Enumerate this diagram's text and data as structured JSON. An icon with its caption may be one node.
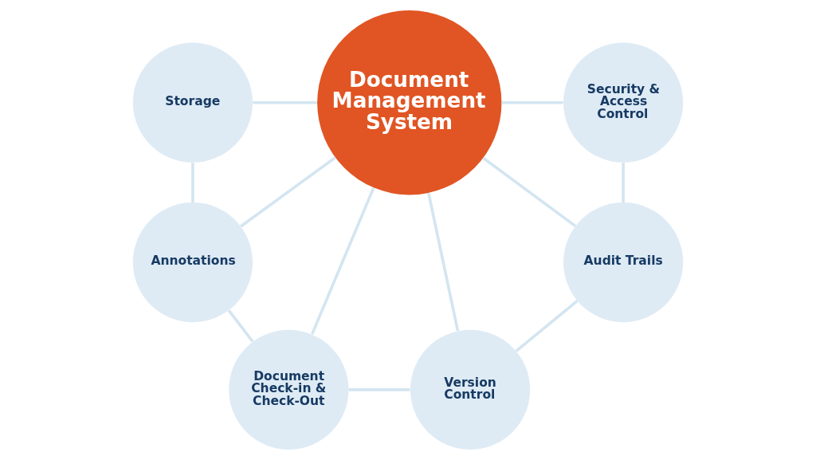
{
  "diagram": {
    "nodes": [
      {
        "text": [
          "Document Management System"
        ]
      },
      {
        "text": [
          "Storage"
        ]
      },
      {
        "text": [
          "Security & Access Control"
        ]
      },
      {
        "text": [
          "Annotations"
        ]
      },
      {
        "text": [
          "Audit Trails"
        ]
      },
      {
        "text": [
          "Document Check-in & Check-Out"
        ]
      },
      {
        "text": [
          "Version Control"
        ]
      }
    ],
    "edges": [
      {
        "from": 0,
        "to": 1,
        "arrow": "none"
      },
      {
        "from": 0,
        "to": 2,
        "arrow": "none"
      },
      {
        "from": 0,
        "to": 3,
        "arrow": "none"
      },
      {
        "from": 0,
        "to": 4,
        "arrow": "none"
      },
      {
        "from": 0,
        "to": 5,
        "arrow": "none"
      },
      {
        "from": 0,
        "to": 6,
        "arrow": "none"
      },
      {
        "from": 1,
        "to": 3,
        "arrow": "none"
      },
      {
        "from": 2,
        "to": 4,
        "arrow": "none"
      },
      {
        "from": 3,
        "to": 5,
        "arrow": "none"
      },
      {
        "from": 5,
        "to": 6,
        "arrow": "none"
      },
      {
        "from": 6,
        "to": 4,
        "arrow": "none"
      }
    ]
  }
}
